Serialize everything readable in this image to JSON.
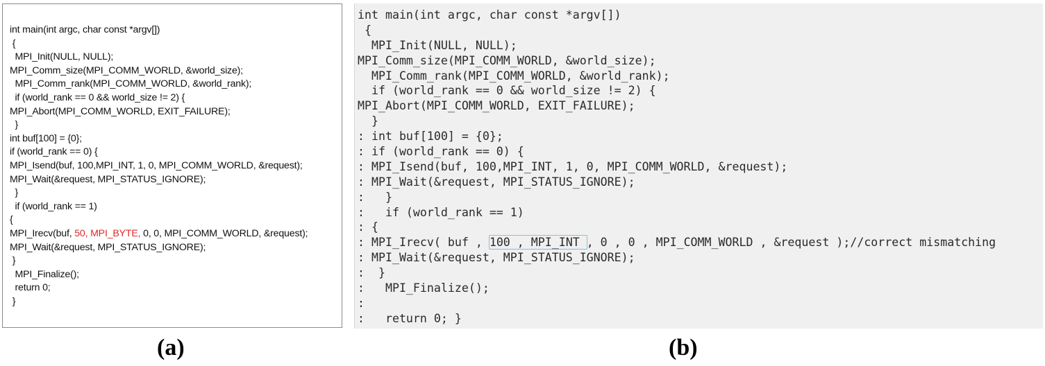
{
  "panel_a": {
    "caption": "(a)",
    "lines": [
      {
        "text": "int main(int argc, char const *argv[])"
      },
      {
        "text": " {"
      },
      {
        "text": "  MPI_Init(NULL, NULL);"
      },
      {
        "text": "MPI_Comm_size(MPI_COMM_WORLD, &world_size);"
      },
      {
        "text": "  MPI_Comm_rank(MPI_COMM_WORLD, &world_rank);"
      },
      {
        "text": "  if (world_rank == 0 && world_size != 2) {"
      },
      {
        "text": "MPI_Abort(MPI_COMM_WORLD, EXIT_FAILURE);"
      },
      {
        "text": "  }"
      },
      {
        "text": "int buf[100] = {0};"
      },
      {
        "text": "if (world_rank == 0) {"
      },
      {
        "text": "MPI_Isend(buf, 100,MPI_INT, 1, 0, MPI_COMM_WORLD, &request);"
      },
      {
        "text": "MPI_Wait(&request, MPI_STATUS_IGNORE);"
      },
      {
        "text": "  }"
      },
      {
        "text": "  if (world_rank == 1)"
      },
      {
        "text": "{"
      },
      {
        "pre": "MPI_Irecv(buf, ",
        "red": "50, MPI_BYTE,",
        "post": " 0, 0, MPI_COMM_WORLD, &request);"
      },
      {
        "text": "MPI_Wait(&request, MPI_STATUS_IGNORE);"
      },
      {
        "text": " }"
      },
      {
        "text": "  MPI_Finalize();"
      },
      {
        "text": "  return 0;"
      },
      {
        "text": " }"
      }
    ]
  },
  "panel_b": {
    "caption": "(b)",
    "lines": [
      {
        "text": "int main(int argc, char const *argv[])"
      },
      {
        "text": " {"
      },
      {
        "text": "  MPI_Init(NULL, NULL);"
      },
      {
        "text": "MPI_Comm_size(MPI_COMM_WORLD, &world_size);"
      },
      {
        "text": "  MPI_Comm_rank(MPI_COMM_WORLD, &world_rank);"
      },
      {
        "text": "  if (world_rank == 0 && world_size != 2) {"
      },
      {
        "text": "MPI_Abort(MPI_COMM_WORLD, EXIT_FAILURE);"
      },
      {
        "text": "  }"
      },
      {
        "text": ": int buf[100] = {0};"
      },
      {
        "text": ": if (world_rank == 0) {"
      },
      {
        "text": ": MPI_Isend(buf, 100,MPI_INT, 1, 0, MPI_COMM_WORLD, &request);"
      },
      {
        "text": ": MPI_Wait(&request, MPI_STATUS_IGNORE);"
      },
      {
        "text": ":   }"
      },
      {
        "text": ":   if (world_rank == 1)"
      },
      {
        "text": ": {"
      },
      {
        "pre": ": MPI_Irecv( buf , ",
        "hl": "100 , MPI_INT ",
        "post": ", 0 , 0 , MPI_COMM_WORLD , &request );//correct mismatching"
      },
      {
        "text": ": MPI_Wait(&request, MPI_STATUS_IGNORE);"
      },
      {
        "text": ":  }"
      },
      {
        "text": ":   MPI_Finalize();"
      },
      {
        "text": ":"
      },
      {
        "text": ":   return 0; }"
      }
    ]
  },
  "colors": {
    "highlight_text": "#e0282c",
    "highlight_box": "#7fc3df",
    "panel_b_bg": "#f0f0f0"
  }
}
